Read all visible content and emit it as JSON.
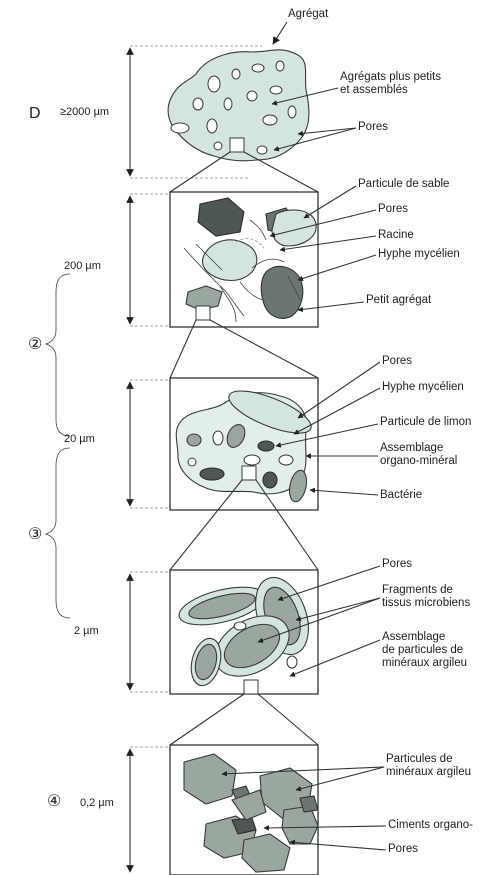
{
  "title": "Agrégat",
  "levels": [
    {
      "marker": "①",
      "scale": "≥2000 µm"
    },
    {
      "marker": "②",
      "scale": "200 µm"
    },
    {
      "marker": "③",
      "scale": "20 µm"
    },
    {
      "marker": "",
      "scale": "2 µm"
    },
    {
      "marker": "④",
      "scale": "0,2 µm"
    }
  ],
  "labels": {
    "p1": [
      "Agrégats plus petits\net assemblés",
      "Pores"
    ],
    "p2": [
      "Particule de sable",
      "Pores",
      "Racine",
      "Hyphe mycélien",
      "Petit agrégat"
    ],
    "p3": [
      "Pores",
      "Hyphe mycélien",
      "Particule de limon",
      "Assemblage\norgano-minéral",
      "Bactérie"
    ],
    "p4": [
      "Pores",
      "Fragments de\ntissus microbiens",
      "Assemblage\nde particules de\nminéraux argileu"
    ],
    "p5": [
      "Particules de\nminéraux argileu",
      "Ciments organo-",
      "Pores"
    ]
  },
  "colors": {
    "light_fill": "#d3e5de",
    "mid_fill": "#9aa79f",
    "dark_fill": "#6c7670",
    "line": "#333333"
  }
}
